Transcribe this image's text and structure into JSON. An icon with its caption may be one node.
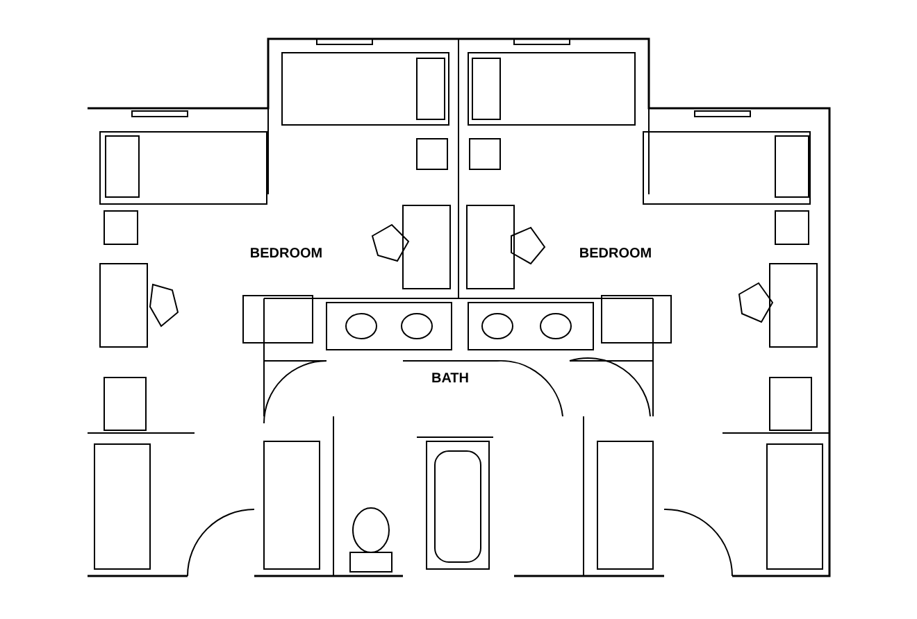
{
  "diagram": {
    "labels": [
      "BEDROOM",
      "BEDROOM",
      "BATH"
    ]
  }
}
